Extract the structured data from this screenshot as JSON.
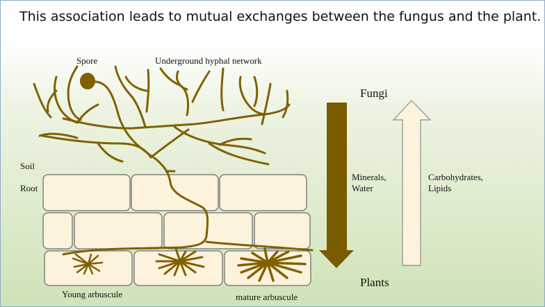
{
  "title": "This association leads to mutual exchanges between the fungus and the plant.",
  "labels": {
    "spore": "Spore",
    "network": "Underground hyphal network",
    "soil": "Soil",
    "root": "Root",
    "young_arbuscule": "Young arbuscule",
    "mature_arbuscule": "mature arbuscule"
  },
  "flow": {
    "top_label": "Fungi",
    "bottom_label": "Plants",
    "down_arrow": {
      "lines": [
        "Minerals,",
        "Water"
      ],
      "color": "#7a5b00"
    },
    "up_arrow": {
      "lines": [
        "Carbohydrates,",
        "Lipids"
      ],
      "color": "#fdf2dc"
    }
  },
  "colors": {
    "hyphae": "#806000",
    "cell_fill": "#fdf2dc",
    "cell_stroke": "#808080",
    "title_border": "#8ea9c8"
  }
}
